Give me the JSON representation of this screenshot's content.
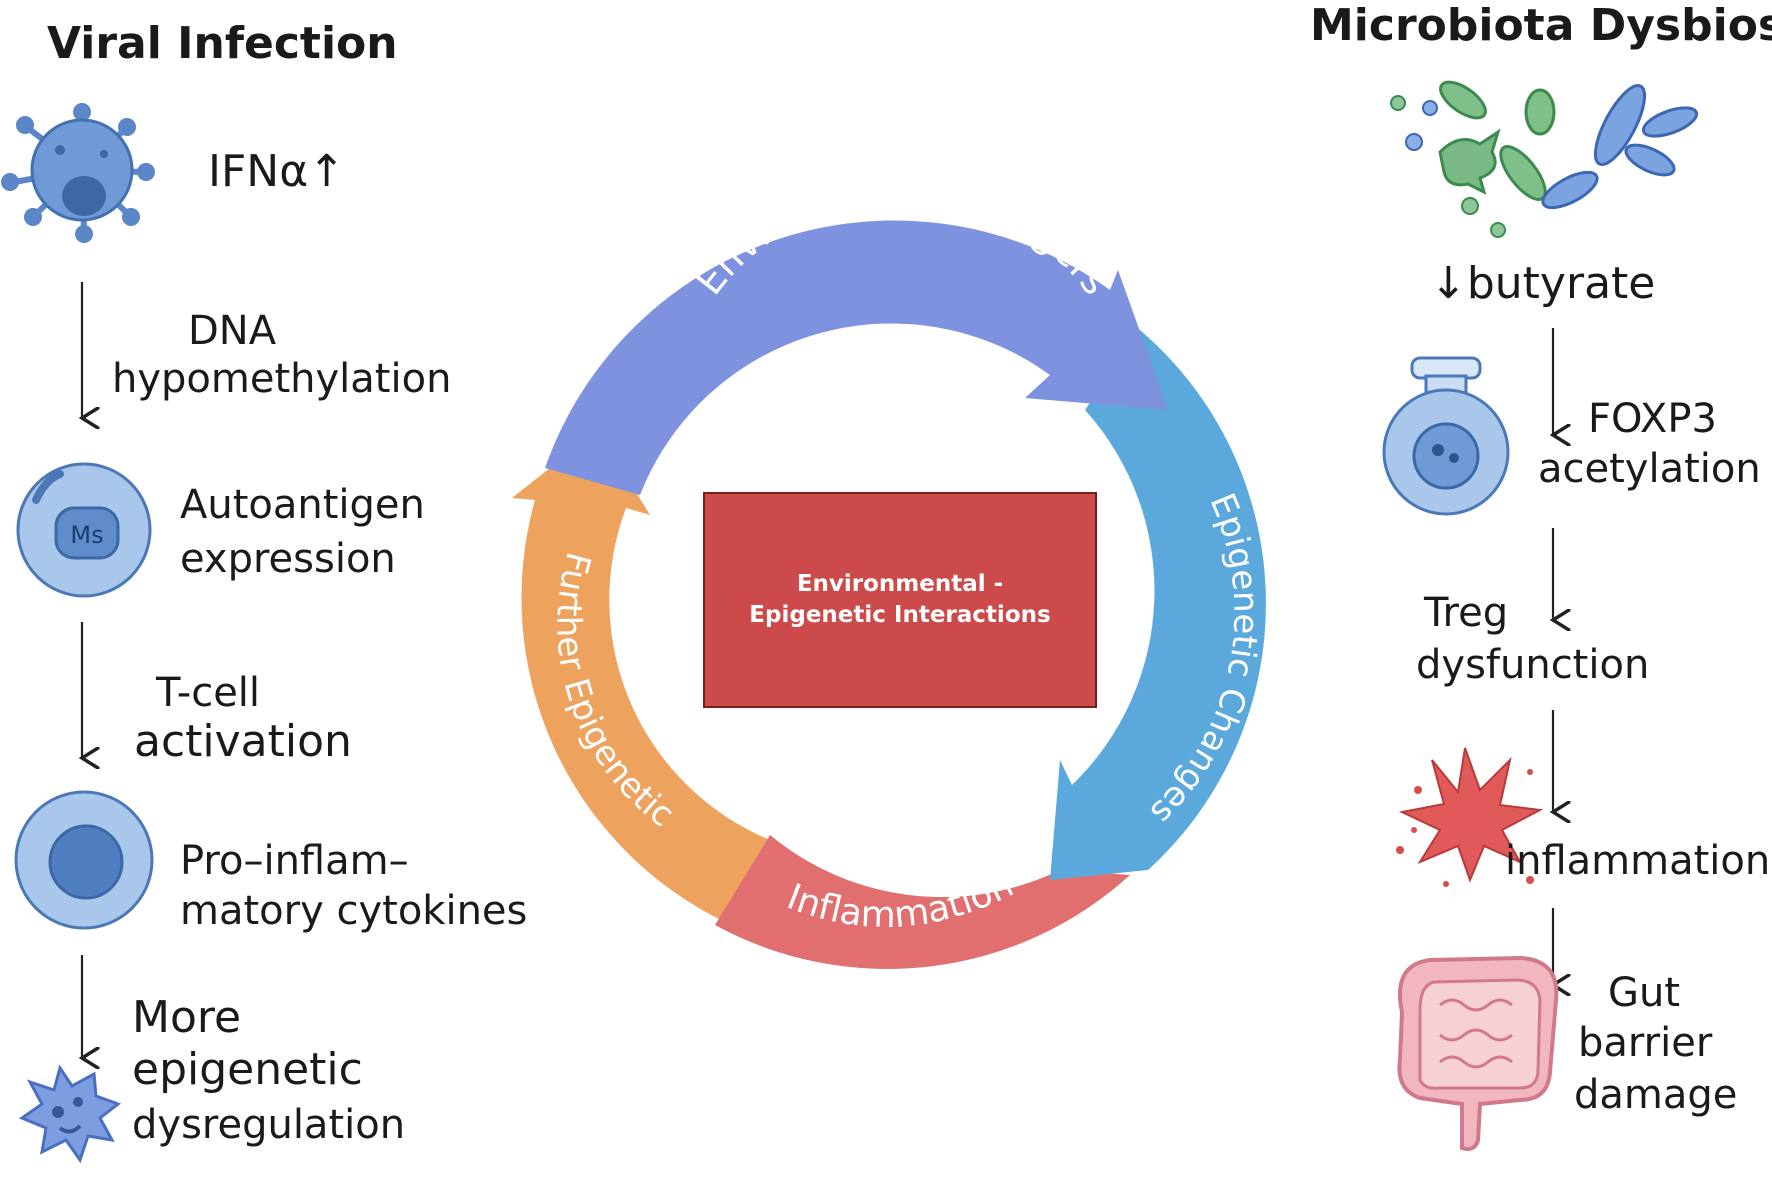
{
  "left": {
    "title": "Viral Infection",
    "steps": [
      "IFNα↑",
      "DNA",
      "hypomethylation",
      "Autoantigen",
      "expression",
      "T-cell",
      "activation",
      "Pro–inflam–",
      "matory cytokines",
      "More",
      "epigenetic",
      "dysregulation"
    ],
    "cell_label": "Ms",
    "icons": [
      "virus-icon",
      "cell-icon",
      "cell-icon",
      "spiky-cell-icon"
    ]
  },
  "right": {
    "title": "Microbiota Dysbiosis",
    "steps": [
      "↓butyrate",
      "FOXP3",
      "acetylation",
      "Treg",
      "dysfunction",
      "inflammation",
      "Gut",
      "barrier",
      "damage"
    ],
    "icons": [
      "bacteria-icon",
      "flask-cell-icon",
      "inflammation-burst-icon",
      "intestine-icon"
    ]
  },
  "cycle": {
    "segments": [
      {
        "label": "Environmental Triggers",
        "color": "#7f92e0"
      },
      {
        "label": "Epigenetic Changes",
        "color": "#5ba9dc"
      },
      {
        "label": "Inflammation",
        "color": "#e26f6f"
      },
      {
        "label": "Further Epigenetic",
        "color": "#eda35e"
      }
    ]
  },
  "center": {
    "text": "Environmental - Epigenetic Interactions",
    "color": "#cc4a4a"
  }
}
